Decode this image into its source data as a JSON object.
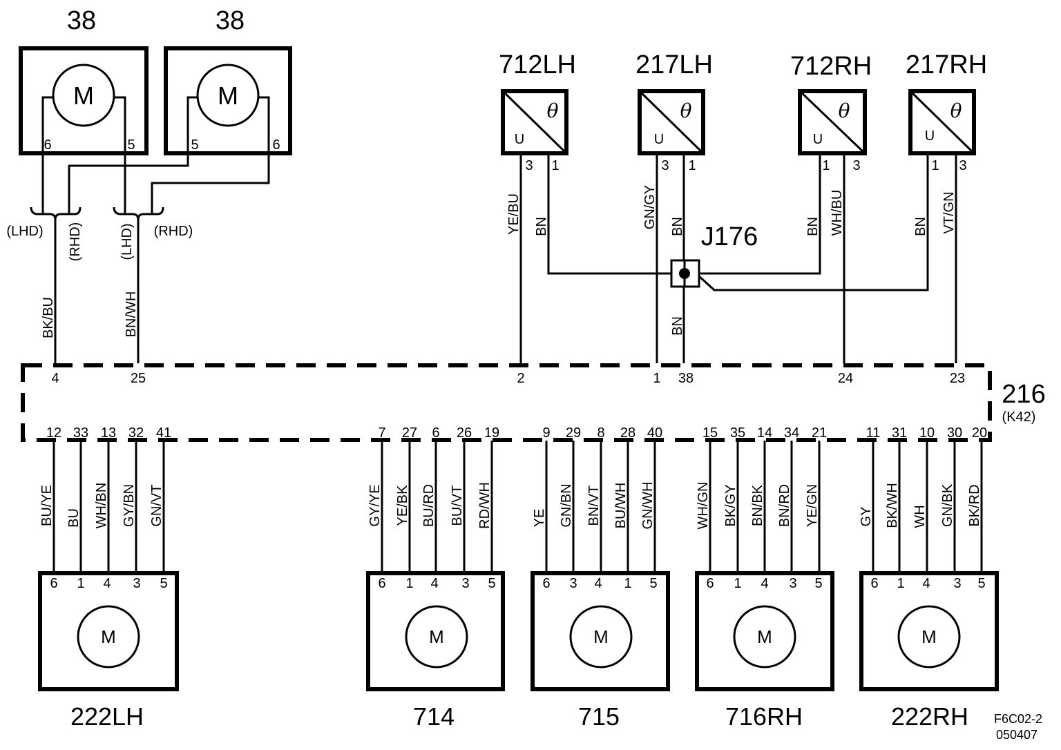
{
  "top_motors": {
    "left": {
      "label": "38",
      "motor": "M",
      "pin_left": "6",
      "pin_right": "5"
    },
    "right": {
      "label": "38",
      "motor": "M",
      "pin_left": "5",
      "pin_right": "6"
    },
    "lhd_left": "(LHD)",
    "rhd_left": "(RHD)",
    "lhd_right": "(LHD)",
    "rhd_right": "(RHD)",
    "wire_left": "BK/BU",
    "wire_right": "BN/WH"
  },
  "sensors": [
    {
      "label": "712LH",
      "u": "U",
      "theta": "θ",
      "pin_a": "3",
      "pin_b": "1",
      "wire_a": "YE/BU",
      "wire_b": "BN"
    },
    {
      "label": "217LH",
      "u": "U",
      "theta": "θ",
      "pin_a": "3",
      "pin_b": "1",
      "wire_a": "GN/GY",
      "wire_b": "BN"
    },
    {
      "label": "712RH",
      "u": "U",
      "theta": "θ",
      "pin_a": "1",
      "pin_b": "3",
      "wire_a": "BN",
      "wire_b": "WH/BU"
    },
    {
      "label": "217RH",
      "u": "U",
      "theta": "θ",
      "pin_a": "1",
      "pin_b": "3",
      "wire_a": "BN",
      "wire_b": "VT/GN"
    }
  ],
  "junction": {
    "label": "J176",
    "wire_below": "BN"
  },
  "module": {
    "label": "216",
    "sublabel": "(K42)",
    "top_pins": [
      "4",
      "25",
      "2",
      "1",
      "38",
      "24",
      "23"
    ],
    "bottom_pins": [
      [
        "12",
        "33",
        "13",
        "32",
        "41"
      ],
      [
        "7",
        "27",
        "6",
        "26",
        "19"
      ],
      [
        "9",
        "29",
        "8",
        "28",
        "40"
      ],
      [
        "15",
        "35",
        "14",
        "34",
        "21"
      ],
      [
        "11",
        "31",
        "10",
        "30",
        "20"
      ]
    ]
  },
  "bottom_motors": [
    {
      "label": "222LH",
      "motor": "M",
      "wires": [
        "BU/YE",
        "BU",
        "WH/BN",
        "GY/BN",
        "GN/VT"
      ],
      "pins": [
        "6",
        "1",
        "4",
        "3",
        "5"
      ]
    },
    {
      "label": "714",
      "motor": "M",
      "wires": [
        "GY/YE",
        "YE/BK",
        "BU/RD",
        "BU/VT",
        "RD/WH"
      ],
      "pins": [
        "6",
        "1",
        "4",
        "3",
        "5"
      ]
    },
    {
      "label": "715",
      "motor": "M",
      "wires": [
        "YE",
        "GN/BN",
        "BN/VT",
        "BU/WH",
        "GN/WH"
      ],
      "pins": [
        "6",
        "3",
        "4",
        "1",
        "5"
      ]
    },
    {
      "label": "716RH",
      "motor": "M",
      "wires": [
        "WH/GN",
        "BK/GY",
        "BN/BK",
        "BN/RD",
        "YE/GN"
      ],
      "pins": [
        "6",
        "1",
        "4",
        "3",
        "5"
      ]
    },
    {
      "label": "222RH",
      "motor": "M",
      "wires": [
        "GY",
        "BK/WH",
        "WH",
        "GN/BK",
        "BK/RD"
      ],
      "pins": [
        "6",
        "1",
        "4",
        "3",
        "5"
      ]
    }
  ],
  "reference": {
    "line1": "F6C02-2",
    "line2": "050407"
  }
}
